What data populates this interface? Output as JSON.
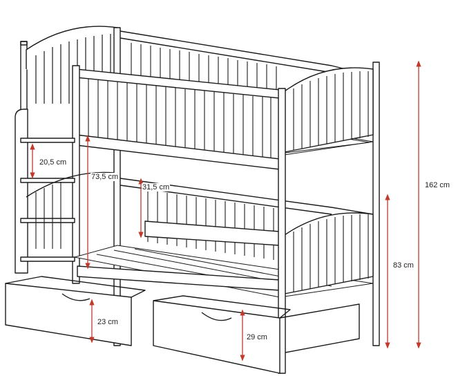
{
  "colors": {
    "line": "#1a1a1a",
    "dimension": "#c0392b",
    "background": "#ffffff",
    "slat_fill": "#ffffff"
  },
  "dimensions": {
    "ladder_step": "20,5 cm",
    "bunk_gap": "73,5 cm",
    "guard_rail": "31,5 cm",
    "total_height": "162 cm",
    "lower_bed_height": "83 cm",
    "drawer_left": "23 cm",
    "drawer_right": "29 cm"
  }
}
